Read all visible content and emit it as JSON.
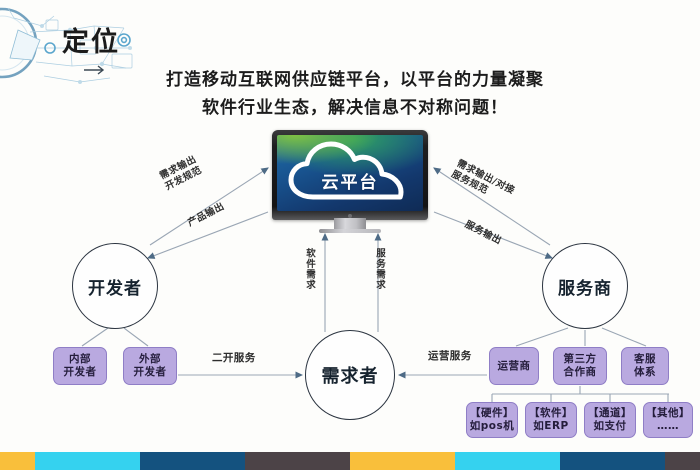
{
  "header": {
    "title": "定位",
    "decor_icon": "tech-network-icon",
    "headline_line1": "打造移动互联网供应链平台，以平台的力量凝聚",
    "headline_line2": "软件行业生态，解决信息不对称问题！"
  },
  "center_platform": {
    "device": "desktop-monitor",
    "label": "云平台",
    "cloud_icon": "cloud-icon"
  },
  "nodes": {
    "developer": "开发者",
    "demander": "需求者",
    "provider": "服务商"
  },
  "developer_children": [
    {
      "line1": "内部",
      "line2": "开发者"
    },
    {
      "line1": "外部",
      "line2": "开发者"
    }
  ],
  "provider_children": [
    {
      "line1": "运营商",
      "line2": ""
    },
    {
      "line1": "第三方",
      "line2": "合作商"
    },
    {
      "line1": "客服",
      "line2": "体系"
    }
  ],
  "provider_grandchildren": [
    {
      "line1": "【硬件】",
      "line2": "如pos机"
    },
    {
      "line1": "【软件】",
      "line2": "如ERP"
    },
    {
      "line1": "【通道】",
      "line2": "如支付"
    },
    {
      "line1": "【其他】",
      "line2": "……"
    }
  ],
  "edge_labels": {
    "demand_output_spec_l1": "需求输出",
    "demand_output_spec_l2": "开发规范",
    "product_output": "产品输出",
    "demand_dock_l1": "需求输出/对接",
    "demand_dock_l2": "服务规范",
    "service_output": "服务输出",
    "software_demand": "软件需求",
    "service_demand": "服务需求",
    "second_dev_service": "二开服务",
    "operation_service": "运营服务"
  },
  "colors": {
    "box_fill": "#b9a9e0",
    "box_border": "#8f7ec6",
    "circle_border": "#2b3440",
    "edge_line": "#9aa6b4",
    "text_dark": "#1c1c1c",
    "bar_yellow": "#f9bf3b",
    "bar_cyan": "#35d2ef",
    "bar_blue": "#14527f",
    "bar_gray": "#4c4347"
  },
  "bottom_bar_segments": [
    {
      "color": "#f9bf3b",
      "width": 35
    },
    {
      "color": "#35d2ef",
      "width": 105
    },
    {
      "color": "#14527f",
      "width": 105
    },
    {
      "color": "#4c4347",
      "width": 105
    },
    {
      "color": "#f9bf3b",
      "width": 105
    },
    {
      "color": "#35d2ef",
      "width": 105
    },
    {
      "color": "#14527f",
      "width": 105
    },
    {
      "color": "#4c4347",
      "width": 35
    }
  ]
}
